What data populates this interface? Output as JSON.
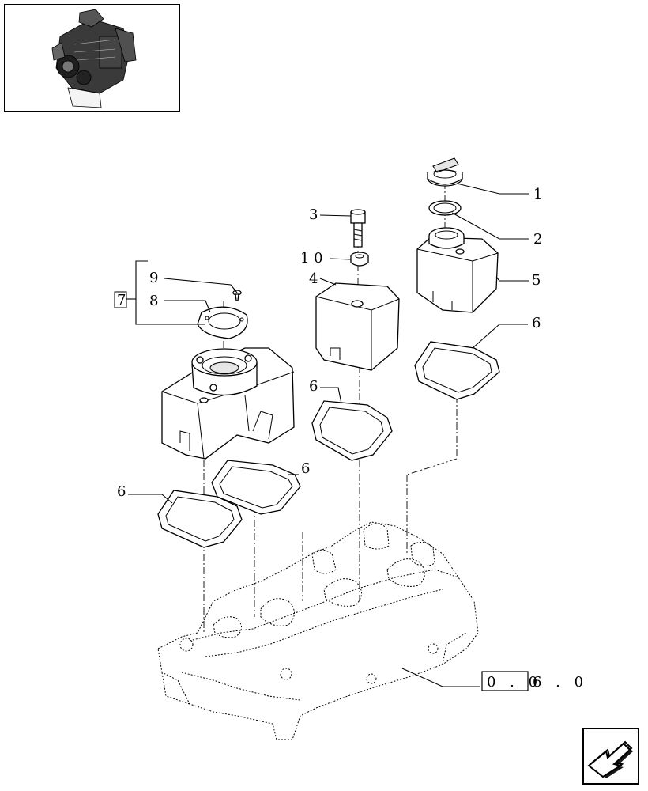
{
  "callouts": {
    "c1": "1",
    "c2": "2",
    "c3": "3",
    "c4": "4",
    "c5": "5",
    "c6a": "6",
    "c6b": "6",
    "c6c": "6",
    "c6d": "6",
    "c7": "7",
    "c8": "8",
    "c9": "9",
    "c10": "1 0"
  },
  "reference": {
    "boxed": "0 . 0",
    "suffix": "6 . 0"
  },
  "icons": {
    "thumbnail": "engine-thumbnail-icon",
    "nav": "next-page-arrow-icon"
  }
}
